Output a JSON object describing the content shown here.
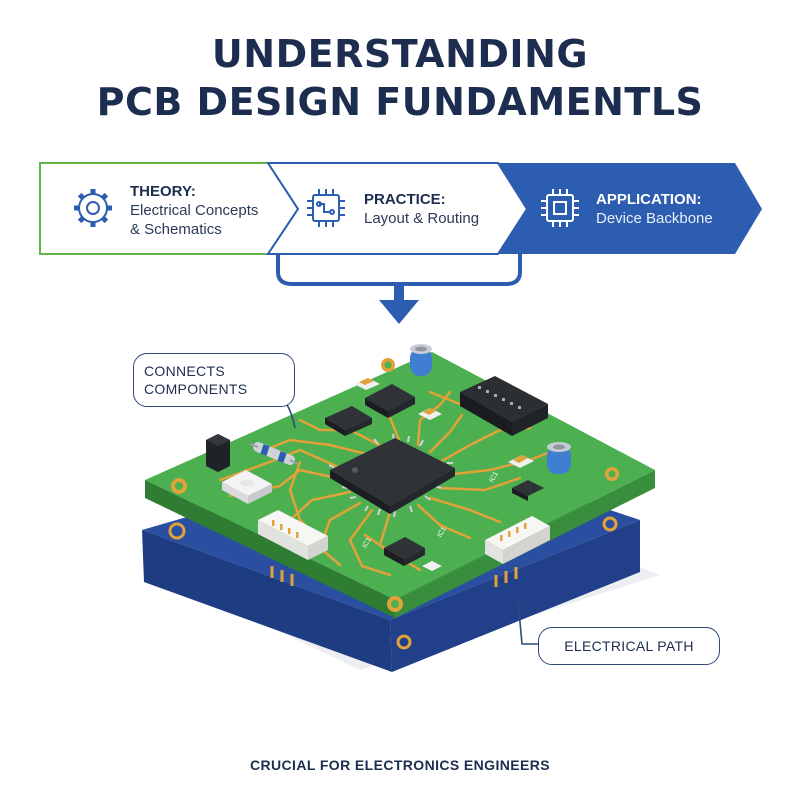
{
  "title": {
    "line1": "UNDERSTANDING",
    "line2": "PCB DESIGN FUNDAMENTLS"
  },
  "stages": [
    {
      "heading": "THEORY:",
      "line1": "Electrical Concepts",
      "line2": "& Schematics",
      "icon": "gear-icon"
    },
    {
      "heading": "PRACTICE:",
      "line1": "Layout & Routing",
      "icon": "circuit-chip-icon"
    },
    {
      "heading": "APPLICATION:",
      "line1": "Device Backbone",
      "icon": "cpu-chip-icon"
    }
  ],
  "callouts": {
    "connects": {
      "line1": "CONNECTS",
      "line2": "COMPONENTS"
    },
    "path": "ELECTRICAL PATH"
  },
  "silkscreen": {
    "u1": "IC1"
  },
  "footer": "CRUCIAL FOR ELECTRONICS ENGINEERS",
  "colors": {
    "navy": "#1d2d4f",
    "green": "#5fb548",
    "blue": "#2d5db0",
    "board_green": "#4caf50",
    "board_blue": "#2a4fa0",
    "trace": "#e2a23a"
  }
}
